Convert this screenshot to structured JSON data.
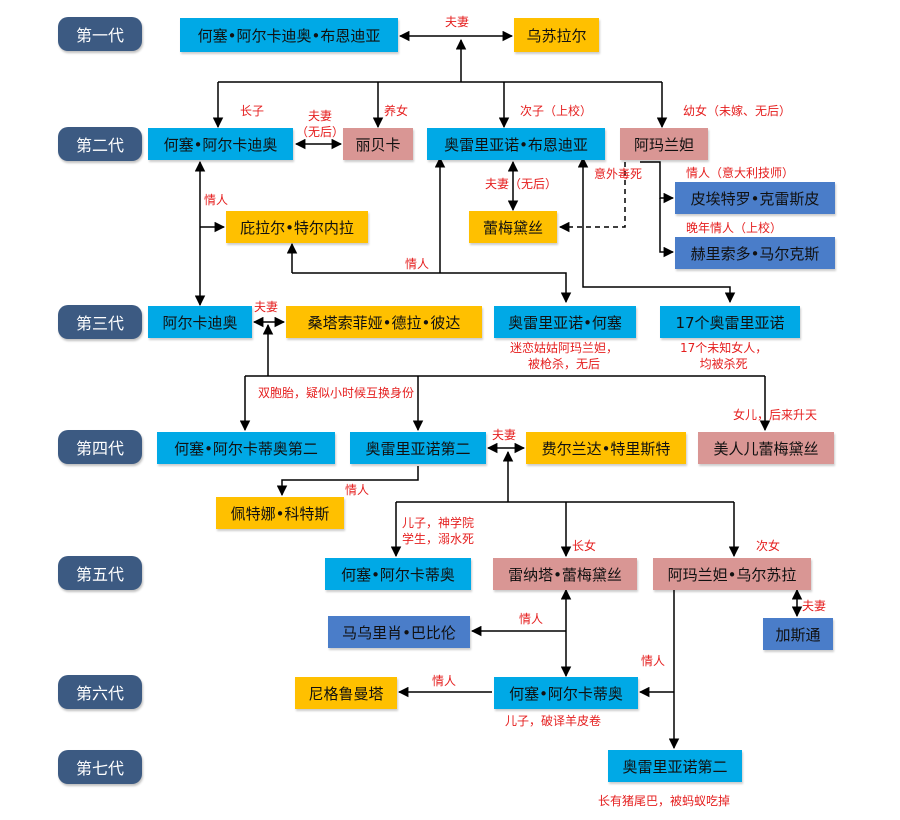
{
  "generations": [
    "第一代",
    "第二代",
    "第三代",
    "第四代",
    "第五代",
    "第六代",
    "第七代"
  ],
  "people": {
    "jose_arcadio_buendia": "何塞•阿尔卡迪奥•布恩迪亚",
    "ursula": "乌苏拉尔",
    "jose_arcadio": "何塞•阿尔卡迪奥",
    "rebeca": "丽贝卡",
    "aureliano_buendia": "奥雷里亚诺•布恩迪亚",
    "amaranta": "阿玛兰妲",
    "pilar_ternera": "庇拉尔•特尔内拉",
    "remedios": "蕾梅黛丝",
    "pietro_crespi": "皮埃特罗•克雷斯皮",
    "gerineldo_marquez": "赫里索多•马尔克斯",
    "arcadio": "阿尔卡迪奥",
    "santa_sofia": "桑塔索菲娅•德拉•彼达",
    "aureliano_jose": "奥雷里亚诺•何塞",
    "seventeen_aurelianos": "17个奥雷里亚诺",
    "jose_arcadio_segundo": "何塞•阿尔卡蒂奥第二",
    "aureliano_segundo": "奥雷里亚诺第二",
    "fernanda": "费尔兰达•特里斯特",
    "remedios_beauty": "美人儿蕾梅黛丝",
    "petra_cotes": "佩特娜•科特斯",
    "jose_arcadio_5": "何塞•阿尔卡蒂奥",
    "meme": "雷纳塔•蕾梅黛丝",
    "amaranta_ursula": "阿玛兰妲•乌尔苏拉",
    "gaston": "加斯通",
    "mauricio": "马乌里肖•巴比伦",
    "nigromanta": "尼格鲁曼塔",
    "aureliano_babilonia": "何塞•阿尔卡蒂奥",
    "aureliano_7": "奥雷里亚诺第二"
  },
  "labels": {
    "spouse_1": "夫妻",
    "eldest_son": "长子",
    "spouse_childless": "夫妻\n（无后）",
    "adopted_daughter": "养女",
    "second_son": "次子（上校）",
    "youngest_daughter": "幼女（未嫁、无后）",
    "lover_pilar": "情人",
    "spouse_no_heir": "夫妻（无后）",
    "accident_death": "意外毒死",
    "lover_italian": "情人（意大利技师）",
    "late_lover": "晚年情人（上校）",
    "lover_aureliano": "情人",
    "spouse_3": "夫妻",
    "aureliano_jose_note": "迷恋姑姑阿玛兰妲，\n被枪杀，无后",
    "seventeen_note": "17个未知女人，\n均被杀死",
    "twins_note": "双胞胎，疑似小时候互换身份",
    "daughter_ascend": "女儿，后来升天",
    "spouse_4": "夫妻",
    "lover_petra": "情人",
    "son_seminary": "儿子，神学院\n学生，溺水死",
    "eldest_daughter": "长女",
    "second_daughter": "次女",
    "spouse_gaston": "夫妻",
    "lover_mauricio": "情人",
    "lover_nigromanta": "情人",
    "lover_amaranta": "情人",
    "son_parchment": "儿子，破译羊皮卷",
    "pig_tail": "长有猪尾巴，被蚂蚁吃掉"
  },
  "colors": {
    "generation": "#3c5a82",
    "cyan": "#00a9e6",
    "gold": "#ffc000",
    "pink": "#d99694",
    "blue": "#4a7dc9",
    "line": "#000000",
    "note": "#e51e1e"
  }
}
